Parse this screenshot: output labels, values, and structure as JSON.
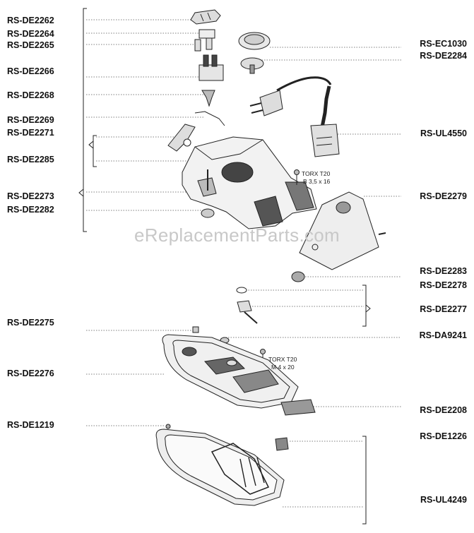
{
  "watermark": "eReplacementParts.com",
  "labels_left": [
    "RS-DE2262",
    "RS-DE2264",
    "RS-DE2265",
    "RS-DE2266",
    "RS-DE2268",
    "RS-DE2269",
    "RS-DE2271",
    "RS-DE2285",
    "RS-DE2273",
    "RS-DE2282",
    "RS-DE2275",
    "RS-DE2276",
    "RS-DE1219"
  ],
  "labels_right": [
    "RS-EC1030",
    "RS-DE2284",
    "RS-UL4550",
    "RS-DE2279",
    "RS-DE2283",
    "RS-DE2278",
    "RS-DE2277",
    "RS-DA9241",
    "RS-DE2208",
    "RS-DE1226",
    "RS-UL4249"
  ],
  "notes": {
    "screw1_line1": "TORX T20",
    "screw1_line2": "B 3,5 x 16",
    "screw2_line1": "TORX T20",
    "screw2_line2": "M 4 x 20"
  }
}
